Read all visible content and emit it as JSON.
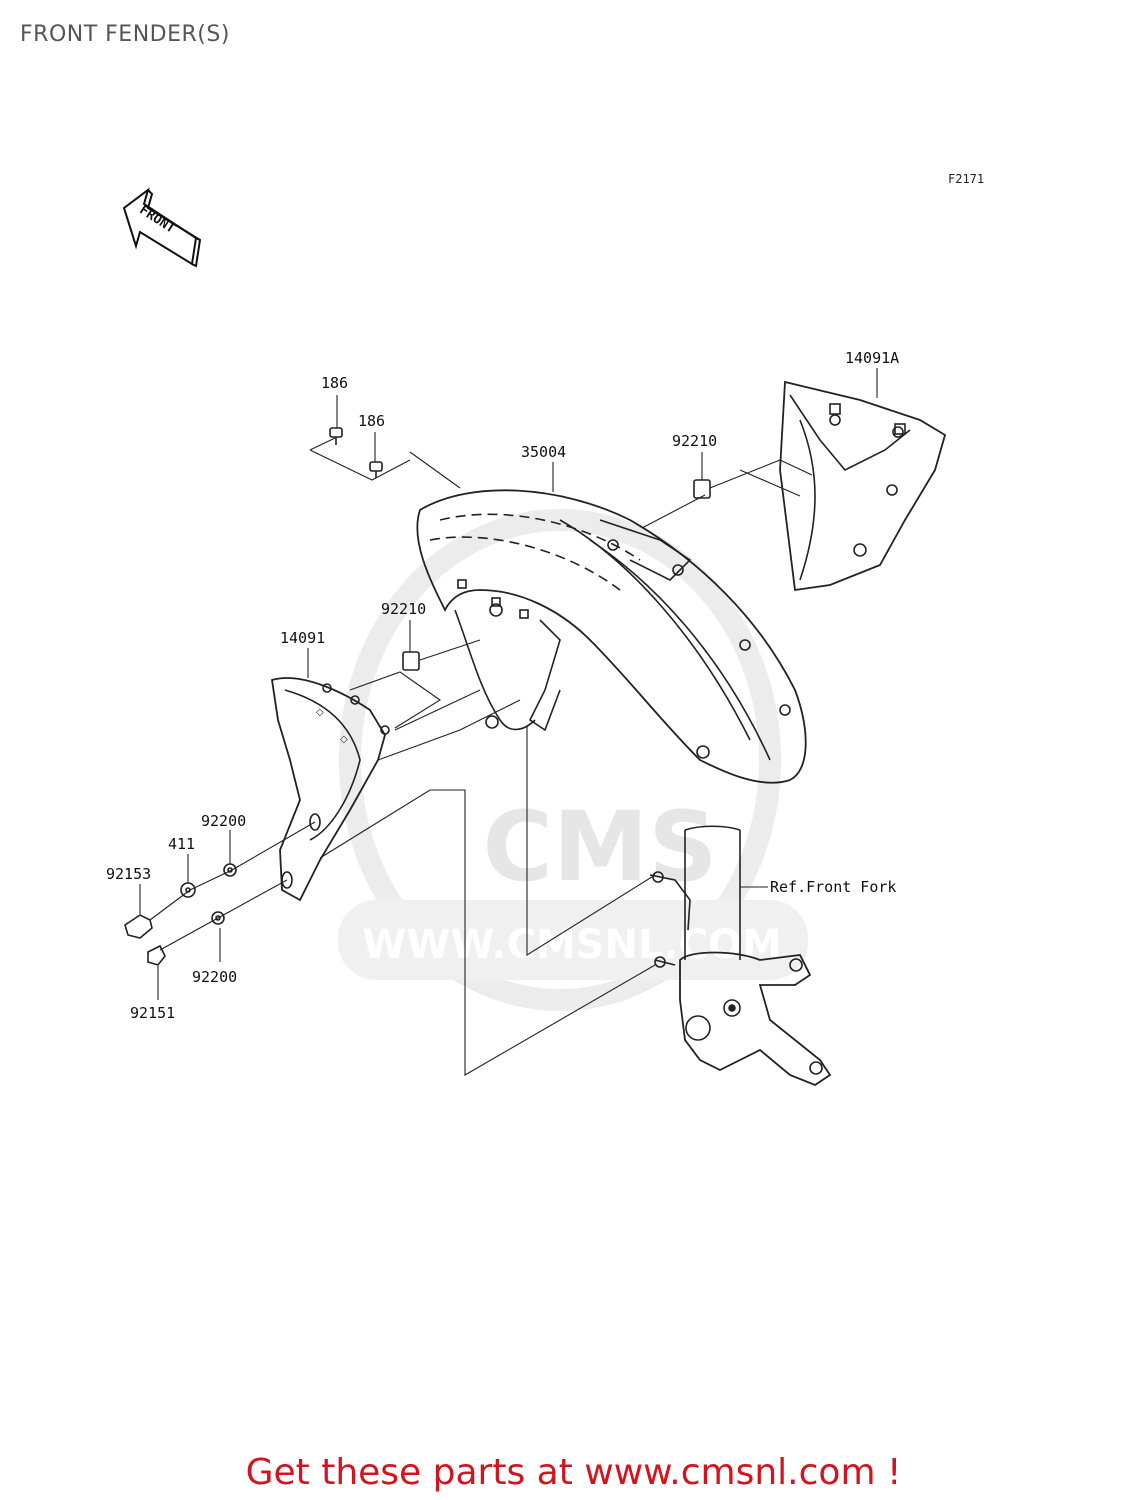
{
  "title": "FRONT FENDER(S)",
  "diagram_code": "F2171",
  "front_arrow_text": "FRONT",
  "watermark": {
    "logo": "CMS",
    "url": "WWW.CMSNL.COM"
  },
  "parts": [
    {
      "number": "186"
    },
    {
      "number": "186"
    },
    {
      "number": "35004"
    },
    {
      "number": "92210"
    },
    {
      "number": "14091A"
    },
    {
      "number": "92210"
    },
    {
      "number": "14091"
    },
    {
      "number": "92200"
    },
    {
      "number": "411"
    },
    {
      "number": "92153"
    },
    {
      "number": "92200"
    },
    {
      "number": "92151"
    }
  ],
  "reference_label": "Ref.Front Fork",
  "footer": "Get these parts at www.cmsnl.com !",
  "colors": {
    "title": "#555555",
    "footer": "#d2141e",
    "lines": "#222222",
    "watermark": "#e6e6e6"
  }
}
